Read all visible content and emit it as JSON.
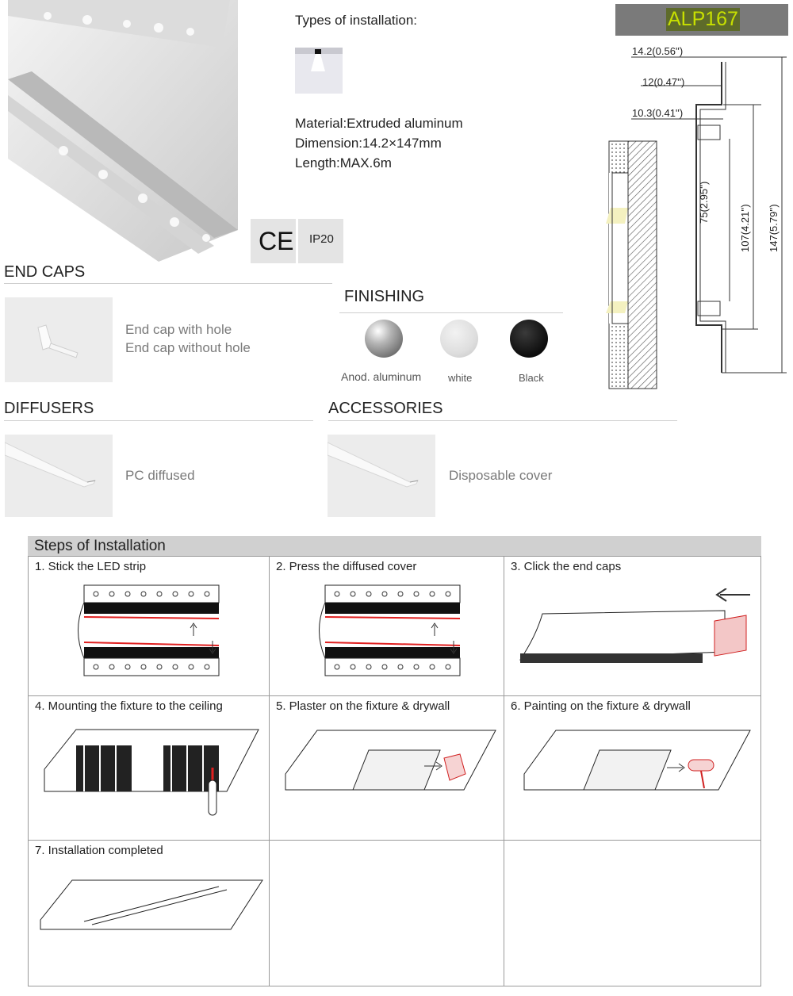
{
  "header": {
    "installation_types_label": "Types of installation:",
    "model_code": "ALP167",
    "model_badge_bg": "#7a7a7a",
    "model_code_color": "#c8e000"
  },
  "specs": {
    "material": "Material:Extruded aluminum",
    "dimension": "Dimension:14.2×147mm",
    "length": "Length:MAX.6m"
  },
  "certifications": [
    "CE",
    "IP20"
  ],
  "dimensions": {
    "d1": "14.2(0.56'')",
    "d2": "12(0.47'')",
    "d3": "10.3(0.41'')",
    "h1": "75(2.95'')",
    "h2": "107(4.21'')",
    "h3": "147(5.79'')"
  },
  "end_caps": {
    "title": "END CAPS",
    "items": [
      "End cap with hole",
      "End cap without hole"
    ]
  },
  "finishing": {
    "title": "FINISHING",
    "options": [
      {
        "label": "Anod. aluminum",
        "color": "#9a9a9a"
      },
      {
        "label": "white",
        "color": "#e6e6e6"
      },
      {
        "label": "Black",
        "color": "#1a1a1a"
      }
    ]
  },
  "diffusers": {
    "title": "DIFFUSERS",
    "item": "PC diffused"
  },
  "accessories": {
    "title": "ACCESSORIES",
    "item": "Disposable cover"
  },
  "steps": {
    "title": "Steps of Installation",
    "items": [
      "1.  Stick the LED strip",
      "2.   Press the diffused cover",
      "3.   Click the end caps",
      "4.  Mounting the fixture to the ceiling",
      "5.  Plaster on the fixture & drywall",
      "6.  Painting on the fixture & drywall",
      "7.  Installation completed"
    ]
  }
}
